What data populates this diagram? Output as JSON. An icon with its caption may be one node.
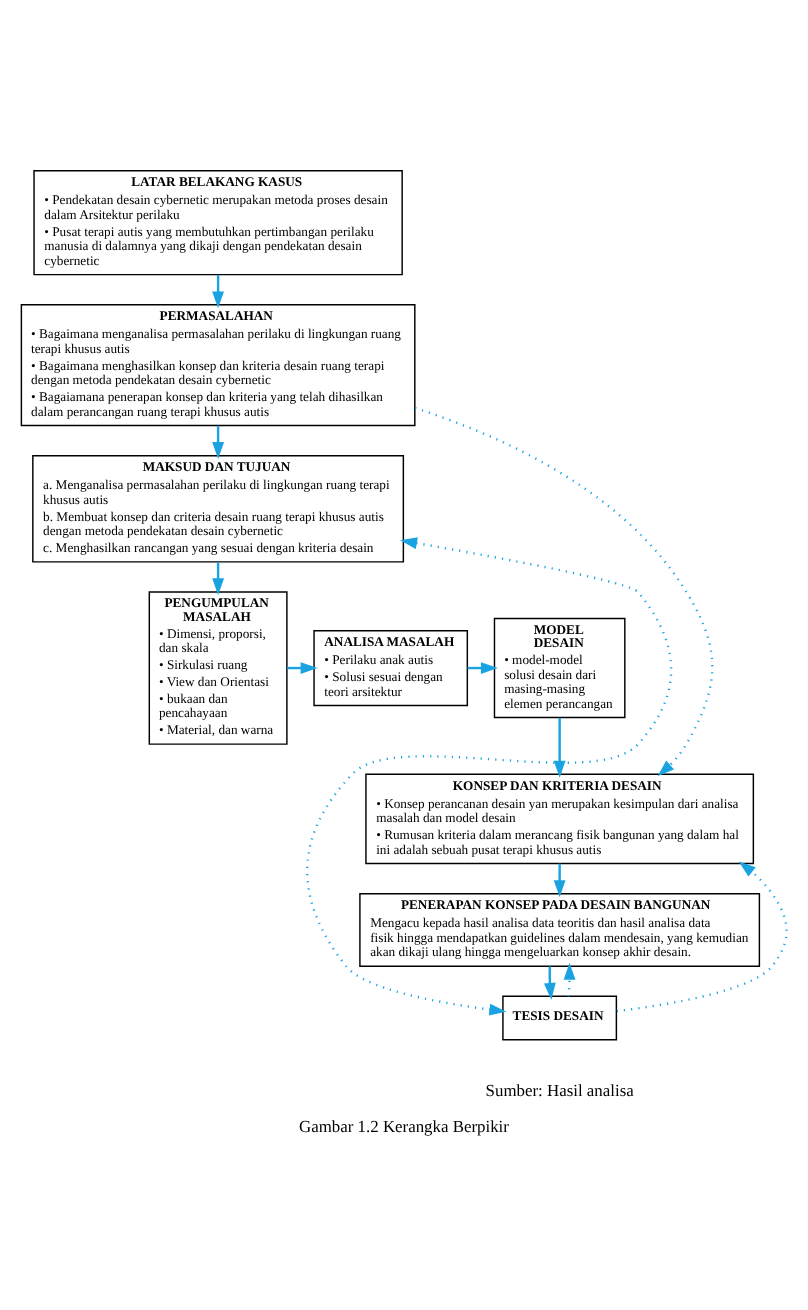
{
  "diagram": {
    "caption": "Gambar 1.2 Kerangka Berpikir",
    "nodes": [
      {
        "text": [
          "LATAR BELAKANG KASUS",
          "• Pendekatan desain cybernetic merupakan metoda proses desain dalam Arsitektur perilaku",
          "• Pusat terapi autis yang membutuhkan pertimbangan perilaku manusia di dalamnya yang dikaji dengan pendekatan desain cybernetic"
        ]
      },
      {
        "text": [
          "PERMASALAHAN",
          "• Bagaimana menganalisa permasalahan perilaku di lingkungan ruang terapi khusus autis",
          "• Bagaimana menghasilkan konsep dan kriteria desain ruang terapi dengan metoda pendekatan desain cybernetic",
          "• Bagaiamana penerapan konsep dan kriteria yang telah dihasilkan dalam perancangan ruang terapi khusus autis"
        ]
      },
      {
        "text": [
          "MAKSUD DAN TUJUAN",
          "a. Menganalisa permasalahan perilaku di lingkungan ruang terapi khusus autis",
          "b. Membuat konsep dan criteria desain ruang terapi khusus autis dengan metoda pendekatan desain cybernetic",
          "c. Menghasilkan rancangan yang sesuai dengan kriteria desain"
        ]
      },
      {
        "text": [
          "PENGUMPULAN MASALAH",
          "• Dimensi, proporsi, dan skala",
          "• Sirkulasi ruang",
          "• View dan Orientasi",
          "• bukaan dan pencahayaan",
          "• Material, dan warna"
        ]
      },
      {
        "text": [
          "ANALISA MASALAH",
          "• Perilaku anak autis",
          "• Solusi sesuai dengan teori arsitektur"
        ]
      },
      {
        "text": [
          "MODEL DESAIN",
          "• model-model solusi desain dari masing-masing elemen perancangan"
        ]
      },
      {
        "text": [
          "KONSEP DAN KRITERIA DESAIN",
          "• Konsep perancanan desain yan merupakan kesimpulan dari analisa masalah dan model desain",
          "• Rumusan kriteria dalam merancang fisik bangunan yang dalam hal ini adalah sebuah pusat terapi khusus autis"
        ]
      },
      {
        "text": [
          "PENERAPAN KONSEP PADA DESAIN BANGUNAN",
          "Mengacu kepada hasil analisa data teoritis dan hasil analisa data fisik hingga mendapatkan guidelines dalam mendesain, yang kemudian akan dikaji ulang hingga mengeluarkan konsep akhir desain."
        ]
      },
      {
        "text": [
          "TESIS DESAIN"
        ]
      }
    ],
    "edges": [
      {
        "from": 0,
        "to": 1,
        "arrow": "to"
      },
      {
        "from": 1,
        "to": 2,
        "arrow": "to"
      },
      {
        "from": 2,
        "to": 3,
        "arrow": "to"
      },
      {
        "from": 3,
        "to": 4,
        "arrow": "to"
      },
      {
        "from": 4,
        "to": 5,
        "arrow": "to"
      },
      {
        "from": 5,
        "to": 6,
        "arrow": "to"
      },
      {
        "from": 6,
        "to": 7,
        "arrow": "to"
      },
      {
        "from": 7,
        "to": 8,
        "arrow": "to"
      },
      {
        "from": 1,
        "to": 6,
        "arrow": "to",
        "style": "dashed"
      },
      {
        "from": 8,
        "to": 2,
        "arrow": "both",
        "style": "dashed"
      },
      {
        "from": 8,
        "to": 6,
        "arrow": "to",
        "style": "dashed"
      },
      {
        "from": 8,
        "to": 7,
        "arrow": "to",
        "style": "dashed"
      }
    ],
    "labels": [
      "Sumber: Hasil analisa"
    ]
  }
}
